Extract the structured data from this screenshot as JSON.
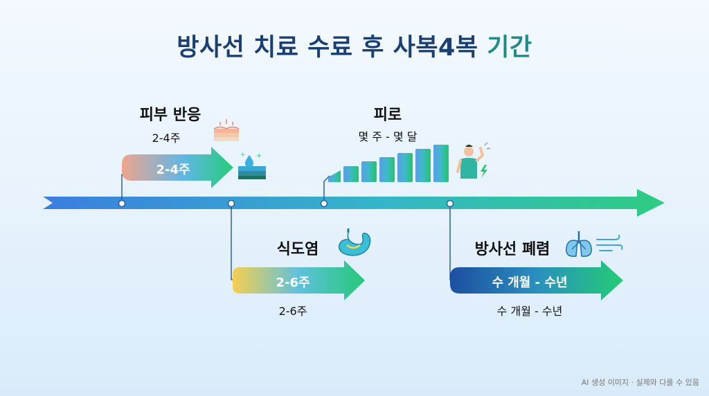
{
  "title": {
    "main": "방사선 치료 수료 후 사복4복",
    "tail": "기간"
  },
  "events": [
    {
      "id": "skin",
      "name": "피부 반응",
      "duration": "2-4주",
      "arrow_label": "2-4주",
      "icon": "skin-layers-icon"
    },
    {
      "id": "esophagitis",
      "name": "식도염",
      "duration": "2-6주",
      "arrow_label": "2-6주",
      "icon": "stomach-icon"
    },
    {
      "id": "fatigue",
      "name": "피로",
      "duration": "몇 주 - 몇 달",
      "icon": "strong-person-icon"
    },
    {
      "id": "pneumonitis",
      "name": "방사선 폐렴",
      "duration": "수 개월 - 수년",
      "arrow_label": "수 개월 - 수년",
      "icon": "lungs-icon"
    }
  ],
  "colors": {
    "title": "#1b3f73",
    "title_tail": "#1f8a8a",
    "timeline_start": "#3b7de0",
    "timeline_end": "#2ecc82",
    "skin_arrow_start": "#f0a58c",
    "esophagitis_arrow_start": "#f5cf50",
    "pneumonitis_arrow_start": "#1e4fa0",
    "accent_green": "#22c76e"
  },
  "watermark": "AI 생성 이미지 · 실제와 다를 수 있음"
}
